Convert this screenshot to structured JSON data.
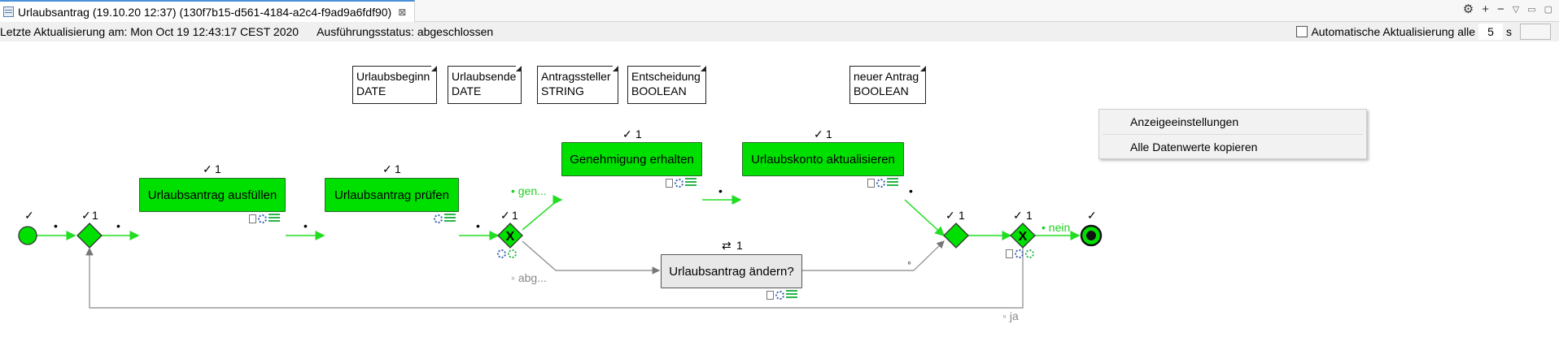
{
  "tab": {
    "title": "Urlaubsantrag (19.10.20 12:37) (130f7b15-d561-4184-a2c4-f9ad9a6fdf90)",
    "close": "⊠"
  },
  "toolbar": {
    "settings": "⚙",
    "add": "+",
    "minus": "−",
    "menu": "▽",
    "minimize": "▭",
    "maximize": "▢"
  },
  "status": {
    "last_update": "Letzte Aktualisierung am: Mon Oct 19 12:43:17 CEST 2020",
    "exec_state": "Ausführungsstatus: abgeschlossen",
    "auto_refresh_label": "Automatische Aktualisierung alle",
    "interval": "5",
    "unit": "s"
  },
  "variables": [
    {
      "name": "Urlaubsbeginn",
      "type": "DATE"
    },
    {
      "name": "Urlaubsende",
      "type": "DATE"
    },
    {
      "name": "Antragssteller",
      "type": "STRING"
    },
    {
      "name": "Entscheidung",
      "type": "BOOLEAN"
    },
    {
      "name": "neuer Antrag",
      "type": "BOOLEAN"
    }
  ],
  "tasks": {
    "fill": "Urlaubsantrag ausfüllen",
    "check": "Urlaubsantrag prüfen",
    "approve": "Genehmigung erhalten",
    "update": "Urlaubskonto aktualisieren",
    "change": "Urlaubsantrag ändern?"
  },
  "counters": {
    "check_mark": "✓",
    "one": "1",
    "loop": "⇄"
  },
  "flow_labels": {
    "gen": "• gen...",
    "abg": "◦ abg...",
    "nein": "• nein",
    "ja": "◦ ja",
    "dot": "•",
    "hollow": "◦"
  },
  "context_menu": {
    "item1": "Anzeigeeinstellungen",
    "item2": "Alle Datenwerte kopieren"
  }
}
